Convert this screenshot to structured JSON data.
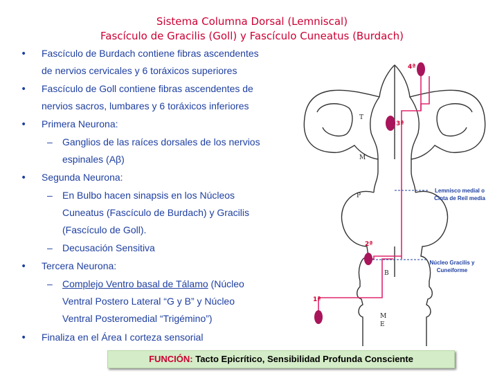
{
  "title": {
    "line1": "Sistema Columna Dorsal (Lemniscal)",
    "line2": "Fascículo de Gracilis (Goll) y Fascículo Cuneatus (Burdach)"
  },
  "bullets": {
    "b1_l1": "Fascículo de Burdach contiene fibras ascendentes",
    "b1_l2": "de nervios cervicales y 6 toráxicos superiores",
    "b2_l1": "Fascículo de Goll contiene fibras ascendentes de",
    "b2_l2": "nervios sacros, lumbares y 6 toráxicos inferiores",
    "b3": "Primera Neurona:",
    "b3_sub_l1": "Ganglios de las raíces dorsales de los nervios",
    "b3_sub_l2": "espinales (Aβ)",
    "b4": "Segunda Neurona:",
    "b4_sub1_l1": "En Bulbo hacen sinapsis en los Núcleos",
    "b4_sub1_l2": "Cuneatus (Fascículo de Burdach) y Gracilis",
    "b4_sub1_l3": "(Fascículo de Goll).",
    "b4_sub2": "Decusación Sensitiva",
    "b5": "Tercera Neurona:",
    "b5_sub_link": " Complejo Ventro basal de Tálamo",
    "b5_sub_l1_rest": " (Núcleo",
    "b5_sub_l2": "Ventral  Postero Lateral “G y B” y  Núcleo",
    "b5_sub_l3": "Ventral Posteromedial “Trigémino”)",
    "b6": "Finaliza en el Área I corteza sensorial"
  },
  "diagram": {
    "neurons": {
      "n1": "1ª",
      "n2": "2ª",
      "n3": "3ª",
      "n4": "4ª"
    },
    "regions": {
      "T": "T",
      "M": "M",
      "P": "P",
      "B": "B",
      "ME_1": "M",
      "ME_2": "E"
    },
    "labels": {
      "lemnisco_l1": "Lemnisco medial o",
      "lemnisco_l2": "Cinta de Reil media",
      "nucleo_l1": "Núcleo Gracilis y",
      "nucleo_l2": "Cuneiforme"
    },
    "colors": {
      "neuron": "#a8155a",
      "pathway": "#e0266e",
      "outline": "#333333"
    }
  },
  "funcion": {
    "label": "FUNCIÓN:",
    "text": " Tacto Epicrítico, Sensibilidad Profunda Consciente"
  }
}
